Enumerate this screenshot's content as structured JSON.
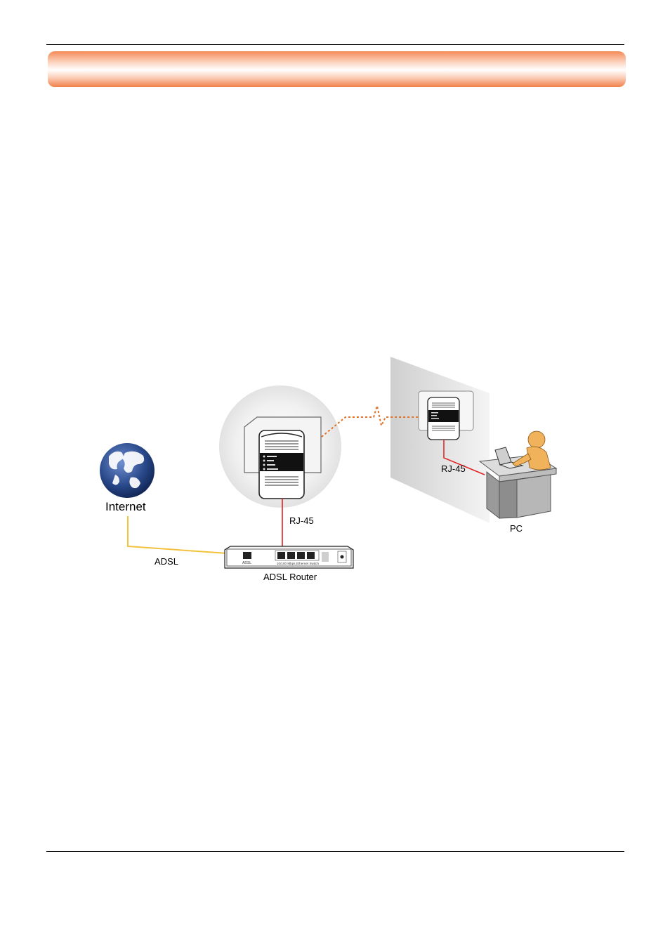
{
  "labels": {
    "internet": "Internet",
    "adsl": "ADSL",
    "adsl_router": "ADSL Router",
    "rj45_router": "RJ-45",
    "rj45_pc": "RJ-45",
    "pc": "PC",
    "router_adsl_port": "ADSL",
    "router_switch": "10/100 Mbps Ethernet Switch"
  },
  "colors": {
    "adsl_cable": "#f2c23c",
    "ethernet_cable": "#e02020",
    "powerline_link": "#e0732a",
    "globe": "#2a4a8c",
    "person": "#f0b25a",
    "banner": "#f58a55"
  },
  "icons": [
    "globe-icon",
    "powerline-adapter-icon",
    "router-icon",
    "person-at-desk-icon",
    "wall-icon"
  ]
}
